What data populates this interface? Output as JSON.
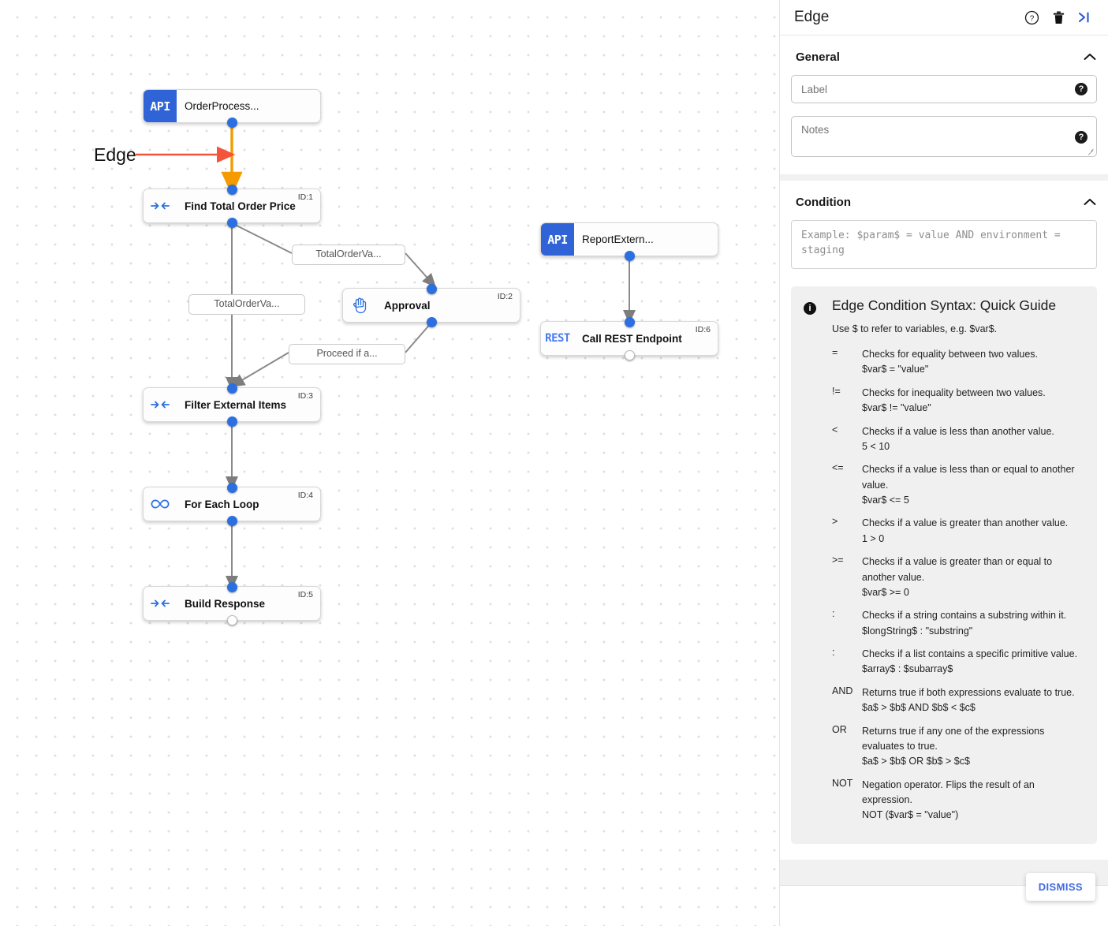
{
  "canvas": {
    "annotation": {
      "label": "Edge",
      "arrow_color": "#f4533c"
    },
    "highlight_edge_color": "#f59b00",
    "nodes": [
      {
        "id": "",
        "title": "OrderProcess...",
        "icon": "api-icon",
        "icon_text": "API",
        "badge": ""
      },
      {
        "id": "ID:1",
        "title": "Find Total Order Price",
        "icon": "transform-icon",
        "icon_text": "",
        "badge": "ID:1"
      },
      {
        "id": "ID:2",
        "title": "Approval",
        "icon": "hand-icon",
        "icon_text": "",
        "badge": "ID:2"
      },
      {
        "id": "ID:3",
        "title": "Filter External Items",
        "icon": "transform-icon",
        "icon_text": "",
        "badge": "ID:3"
      },
      {
        "id": "ID:4",
        "title": "For Each Loop",
        "icon": "infinity-icon",
        "icon_text": "",
        "badge": "ID:4"
      },
      {
        "id": "ID:5",
        "title": "Build Response",
        "icon": "transform-icon",
        "icon_text": "",
        "badge": "ID:5"
      },
      {
        "id": "",
        "title": "ReportExtern...",
        "icon": "api-icon",
        "icon_text": "API",
        "badge": ""
      },
      {
        "id": "ID:6",
        "title": "Call REST Endpoint",
        "icon": "rest-icon",
        "icon_text": "REST",
        "badge": "ID:6"
      }
    ],
    "edge_labels": [
      {
        "text": "TotalOrderVa..."
      },
      {
        "text": "TotalOrderVa..."
      },
      {
        "text": "Proceed if a..."
      }
    ]
  },
  "panel": {
    "header": {
      "title": "Edge",
      "help_icon": "help-circle-icon",
      "delete_icon": "trash-icon",
      "collapse_icon": "collapse-panel-icon"
    },
    "general": {
      "title": "General",
      "collapse_icon": "chevron-up-icon",
      "label_field": {
        "value": "",
        "placeholder": "Label",
        "help": "?"
      },
      "notes_field": {
        "value": "",
        "placeholder": "Notes",
        "help": "?"
      }
    },
    "condition": {
      "title": "Condition",
      "collapse_icon": "chevron-up-icon",
      "placeholder": "Example: $param$ = value AND environment = staging"
    },
    "guide": {
      "info_icon": "info-icon",
      "title": "Edge Condition Syntax: Quick Guide",
      "subtitle": "Use $ to refer to variables, e.g. $var$.",
      "operators": [
        {
          "symbol": "=",
          "description": "Checks for equality between two values.",
          "example": "$var$ = \"value\""
        },
        {
          "symbol": "!=",
          "description": "Checks for inequality between two values.",
          "example": "$var$ != \"value\""
        },
        {
          "symbol": "<",
          "description": "Checks if a value is less than another value.",
          "example": "5 < 10"
        },
        {
          "symbol": "<=",
          "description": "Checks if a value is less than or equal to another value.",
          "example": "$var$ <= 5"
        },
        {
          "symbol": ">",
          "description": "Checks if a value is greater than another value.",
          "example": "1 > 0"
        },
        {
          "symbol": ">=",
          "description": "Checks if a value is greater than or equal to another value.",
          "example": "$var$ >= 0"
        },
        {
          "symbol": ":",
          "description": "Checks if a string contains a substring within it.",
          "example": "$longString$ : \"substring\""
        },
        {
          "symbol": ":",
          "description": "Checks if a list contains a specific primitive value.",
          "example": "$array$ : $subarray$"
        },
        {
          "symbol": "AND",
          "description": "Returns true if both expressions evaluate to true.",
          "example": "$a$ > $b$ AND $b$ < $c$"
        },
        {
          "symbol": "OR",
          "description": "Returns true if any one of the expressions evaluates to true.",
          "example": "$a$ > $b$ OR $b$ > $c$"
        },
        {
          "symbol": "NOT",
          "description": "Negation operator. Flips the result of an expression.",
          "example": "NOT ($var$ = \"value\")"
        }
      ]
    },
    "footer": {
      "dismiss_label": "DISMISS",
      "dismiss_color": "#4169e1"
    }
  }
}
